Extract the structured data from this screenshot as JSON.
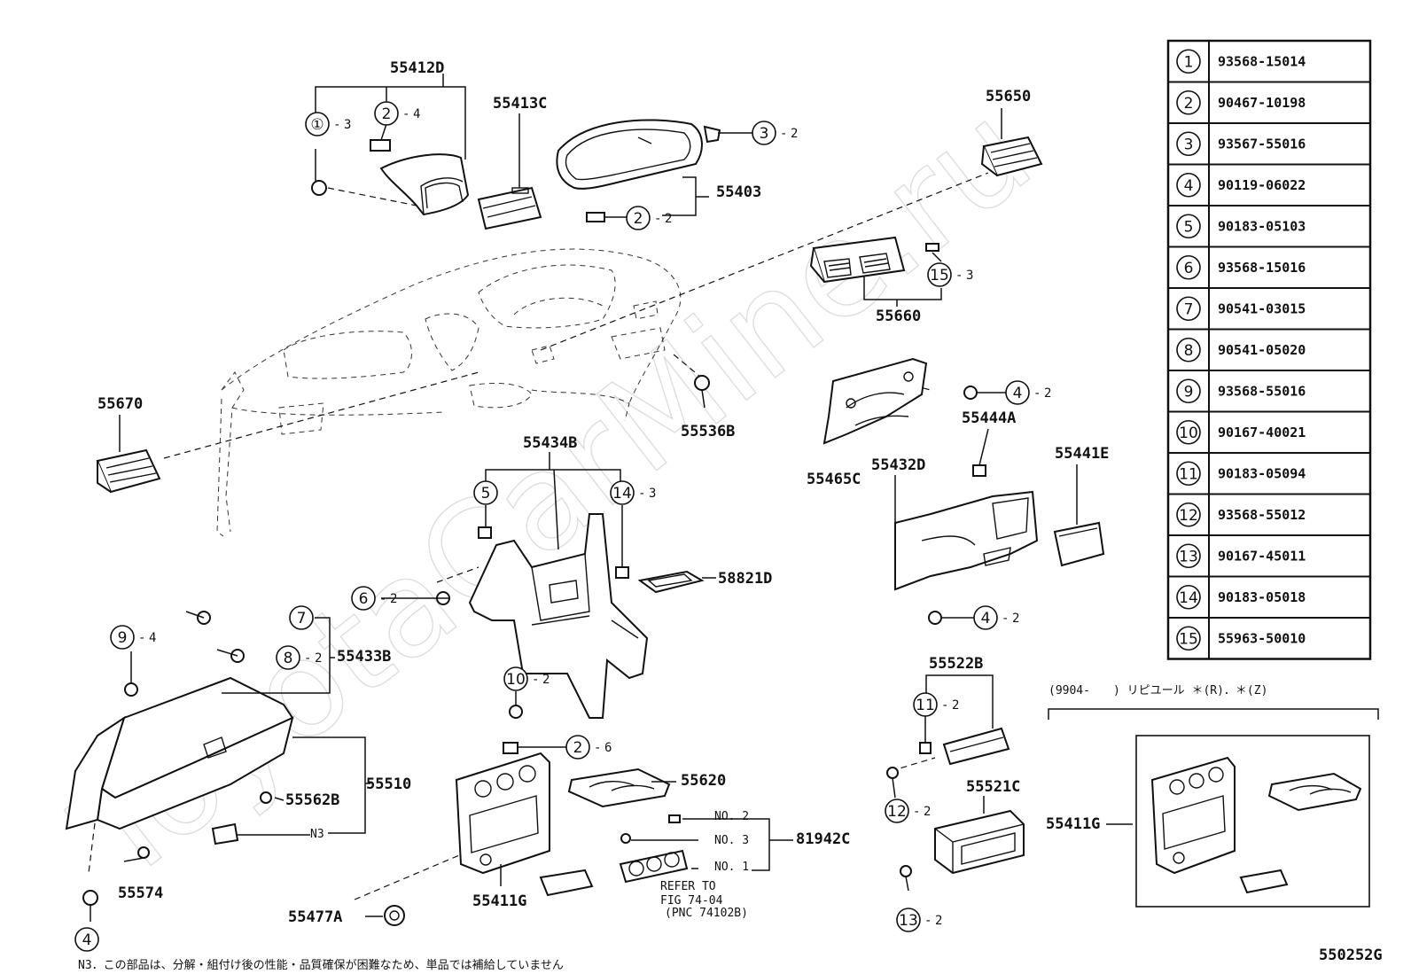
{
  "parts": {
    "p55412D": "55412D",
    "p55413C": "55413C",
    "p55403": "55403",
    "p55650": "55650",
    "p55660": "55660",
    "p55670": "55670",
    "p55536B": "55536B",
    "p55465C": "55465C",
    "p55444A": "55444A",
    "p55432D": "55432D",
    "p55441E": "55441E",
    "p55434B": "55434B",
    "p58821D": "58821D",
    "p55433B": "55433B",
    "p55510": "55510",
    "p55562B": "55562B",
    "n3": "N3",
    "p55574": "55574",
    "p55477A": "55477A",
    "p55411G": "55411G",
    "p55620": "55620",
    "p81942C": "81942C",
    "no2": "NO. 2",
    "no3": "NO. 3",
    "no1": "NO. 1",
    "p55522B": "55522B",
    "p55521C": "55521C",
    "p55411G_inset": "55411G",
    "refer1": "REFER TO",
    "refer2": "FIG 74-04",
    "refer3": "(PNC 74102B)"
  },
  "callouts": {
    "c1": "①",
    "c2": "②",
    "c3": "③",
    "c4": "④",
    "c5": "⑤",
    "c6": "⑥",
    "c7": "⑦",
    "c8": "⑧",
    "c9": "⑨",
    "c10": "⑩",
    "c11": "⑪",
    "c12": "⑫",
    "c13": "⑬",
    "c14": "⑭",
    "c15": "⑮"
  },
  "quantities": {
    "q1": "3",
    "q2a": "4",
    "q2b": "2",
    "q3": "2",
    "q15": "3",
    "q4a": "2",
    "q14": "3",
    "q6": "2",
    "q9": "4",
    "q8": "2",
    "q4b": "2",
    "q10": "2",
    "q2c": "6",
    "q11": "2",
    "q12": "2",
    "q13": "2"
  },
  "table": [
    {
      "ref": "①",
      "part": "93568-15014"
    },
    {
      "ref": "②",
      "part": "90467-10198"
    },
    {
      "ref": "③",
      "part": "93567-55016"
    },
    {
      "ref": "④",
      "part": "90119-06022"
    },
    {
      "ref": "⑤",
      "part": "90183-05103"
    },
    {
      "ref": "⑥",
      "part": "93568-15016"
    },
    {
      "ref": "⑦",
      "part": "90541-03015"
    },
    {
      "ref": "⑧",
      "part": "90541-05020"
    },
    {
      "ref": "⑨",
      "part": "93568-55016"
    },
    {
      "ref": "⑩",
      "part": "90167-40021"
    },
    {
      "ref": "⑪",
      "part": "90183-05094"
    },
    {
      "ref": "⑫",
      "part": "93568-55012"
    },
    {
      "ref": "⑬",
      "part": "90167-45011"
    },
    {
      "ref": "⑭",
      "part": "90183-05018"
    },
    {
      "ref": "⑮",
      "part": "55963-50010"
    }
  ],
  "inset_note": "(9904-　　) リピユール ＊(R)．＊(Z)",
  "footnote": "N3．この部品は、分解・組付け後の性能・品質確保が困難なため、単品では補給していません",
  "diagram_code": "550252G",
  "watermark": "ToyotaCarMine.ru"
}
